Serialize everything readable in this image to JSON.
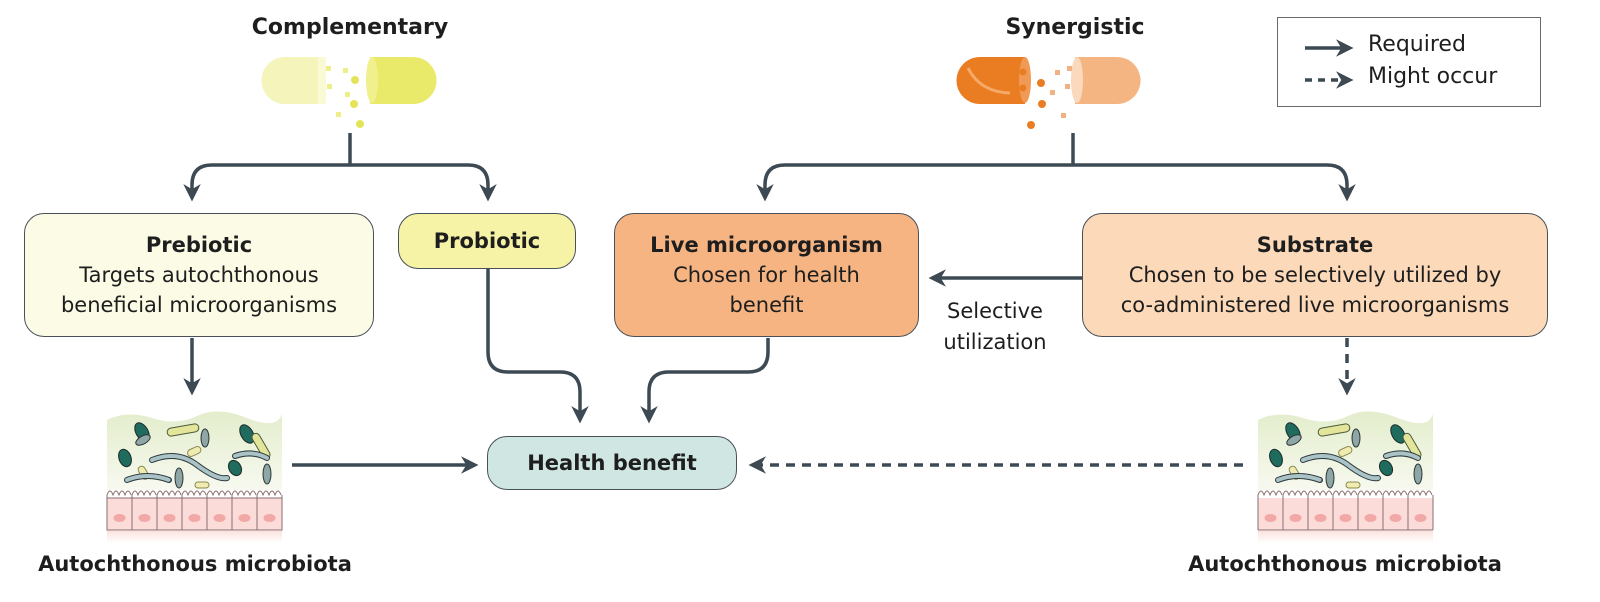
{
  "headings": {
    "complementary": "Complementary",
    "synergistic": "Synergistic"
  },
  "legend": {
    "required": "Required",
    "might_occur": "Might occur"
  },
  "boxes": {
    "prebiotic": {
      "title": "Prebiotic",
      "desc_lines": [
        "Targets autochthonous",
        "beneficial microorganisms"
      ]
    },
    "probiotic": {
      "title": "Probiotic"
    },
    "live_microorganism": {
      "title": "Live microorganism",
      "desc_lines": [
        "Chosen for health",
        "benefit"
      ]
    },
    "substrate": {
      "title": "Substrate",
      "desc_lines": [
        "Chosen to be selectively utilized by",
        "co-administered live microorganisms"
      ]
    },
    "health_benefit": {
      "title": "Health benefit"
    }
  },
  "edge_labels": {
    "selective_utilization": [
      "Selective",
      "utilization"
    ]
  },
  "captions": {
    "left_microbiota": "Autochthonous microbiota",
    "right_microbiota": "Autochthonous microbiota"
  },
  "colors": {
    "arrow": "#3d4a54",
    "prebiotic_fill": "#fbfbe6",
    "probiotic_fill": "#f6f3a6",
    "live_fill": "#f5b482",
    "substrate_fill": "#fbd9b9",
    "health_fill": "#cfe6e3",
    "complementary_capsule": "#ecec6e",
    "synergistic_capsule": "#ea7d22"
  }
}
